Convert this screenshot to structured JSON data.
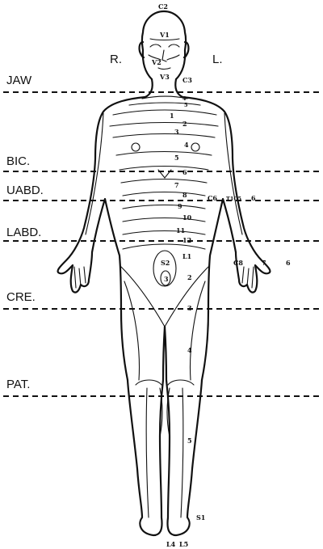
{
  "side_labels": {
    "right": "R.",
    "left": "L."
  },
  "reflex_levels": [
    {
      "key": "jaw",
      "label": "JAW"
    },
    {
      "key": "bic",
      "label": "BIC."
    },
    {
      "key": "uabd",
      "label": "UABD."
    },
    {
      "key": "labd",
      "label": "LABD."
    },
    {
      "key": "cre",
      "label": "CRE."
    },
    {
      "key": "pat",
      "label": "PAT."
    }
  ],
  "dermatome_labels": {
    "c2": "C2",
    "v1": "V1",
    "v2": "V2",
    "v3": "V3",
    "c3": "C3",
    "t4_neck": "4",
    "t5_neck": "5",
    "t1": "1",
    "t2": "2",
    "t3": "3",
    "t4_chest": "4",
    "t5": "5",
    "t6": "6",
    "t7": "7",
    "t8": "8",
    "t9": "9",
    "t10": "10",
    "t11": "11",
    "t12": "12",
    "l1": "L1",
    "l2": "2",
    "l3": "3",
    "l4": "4",
    "l5": "5",
    "s2": "S2",
    "s3": "3",
    "c6": "C6",
    "t1c5": "T1C5",
    "arm_6": "6",
    "c8": "C8",
    "c7": "7",
    "hand_6": "6",
    "s1": "S1",
    "foot_l4": "L4",
    "foot_l5": "L5"
  }
}
